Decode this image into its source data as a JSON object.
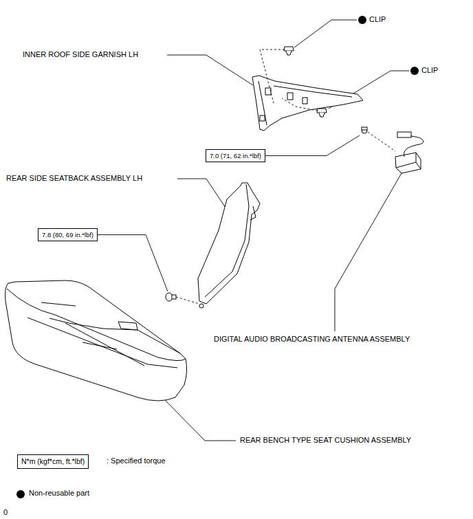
{
  "diagram": {
    "nodes": [
      {
        "text": [
          "7.0 (71, 62 in.*lbf)"
        ]
      },
      {
        "text": [
          "7.8 (80, 69 in.*lbf)"
        ]
      },
      {
        "text": [
          "N*m (kgf*cm, ft.*lbf)"
        ]
      }
    ],
    "labels": [
      "CLIP",
      "INNER ROOF SIDE GARNISH LH",
      "CLIP",
      "REAR SIDE SEATBACK ASSEMBLY LH",
      "DIGITAL AUDIO BROADCASTING ANTENNA ASSEMBLY",
      "REAR BENCH TYPE SEAT CUSHION ASSEMBLY",
      "0"
    ],
    "legend": [
      {
        "text": ": Specified torque"
      },
      {
        "text": "Non-reusable part"
      }
    ]
  }
}
